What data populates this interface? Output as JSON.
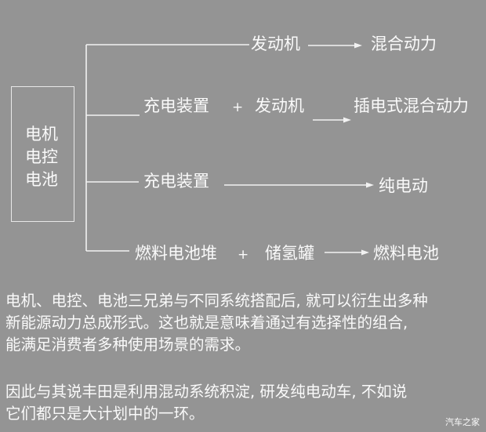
{
  "diagram": {
    "source_box": [
      "电机",
      "电控",
      "电池"
    ],
    "branches": [
      {
        "inputs": [
          "发动机"
        ],
        "result": "混合动力"
      },
      {
        "inputs": [
          "充电装置",
          "发动机"
        ],
        "result": "插电式混合动力"
      },
      {
        "inputs": [
          "充电装置"
        ],
        "result": "纯电动"
      },
      {
        "inputs": [
          "燃料电池堆",
          "储氢罐"
        ],
        "result": "燃料电池"
      }
    ],
    "plus": "+"
  },
  "paragraphs": [
    [
      "电机、电控、电池三兄弟与不同系统搭配后, 就可以衍生出多种",
      "新能源动力总成形式。这也就是意味着通过有选择性的组合,",
      "能满足消费者多种使用场景的需求。"
    ],
    [
      "因此与其说丰田是利用混动系统积淀, 研发纯电动车, 不如说",
      "它们都只是大计划中的一环。"
    ]
  ],
  "watermark": "汽车之家"
}
